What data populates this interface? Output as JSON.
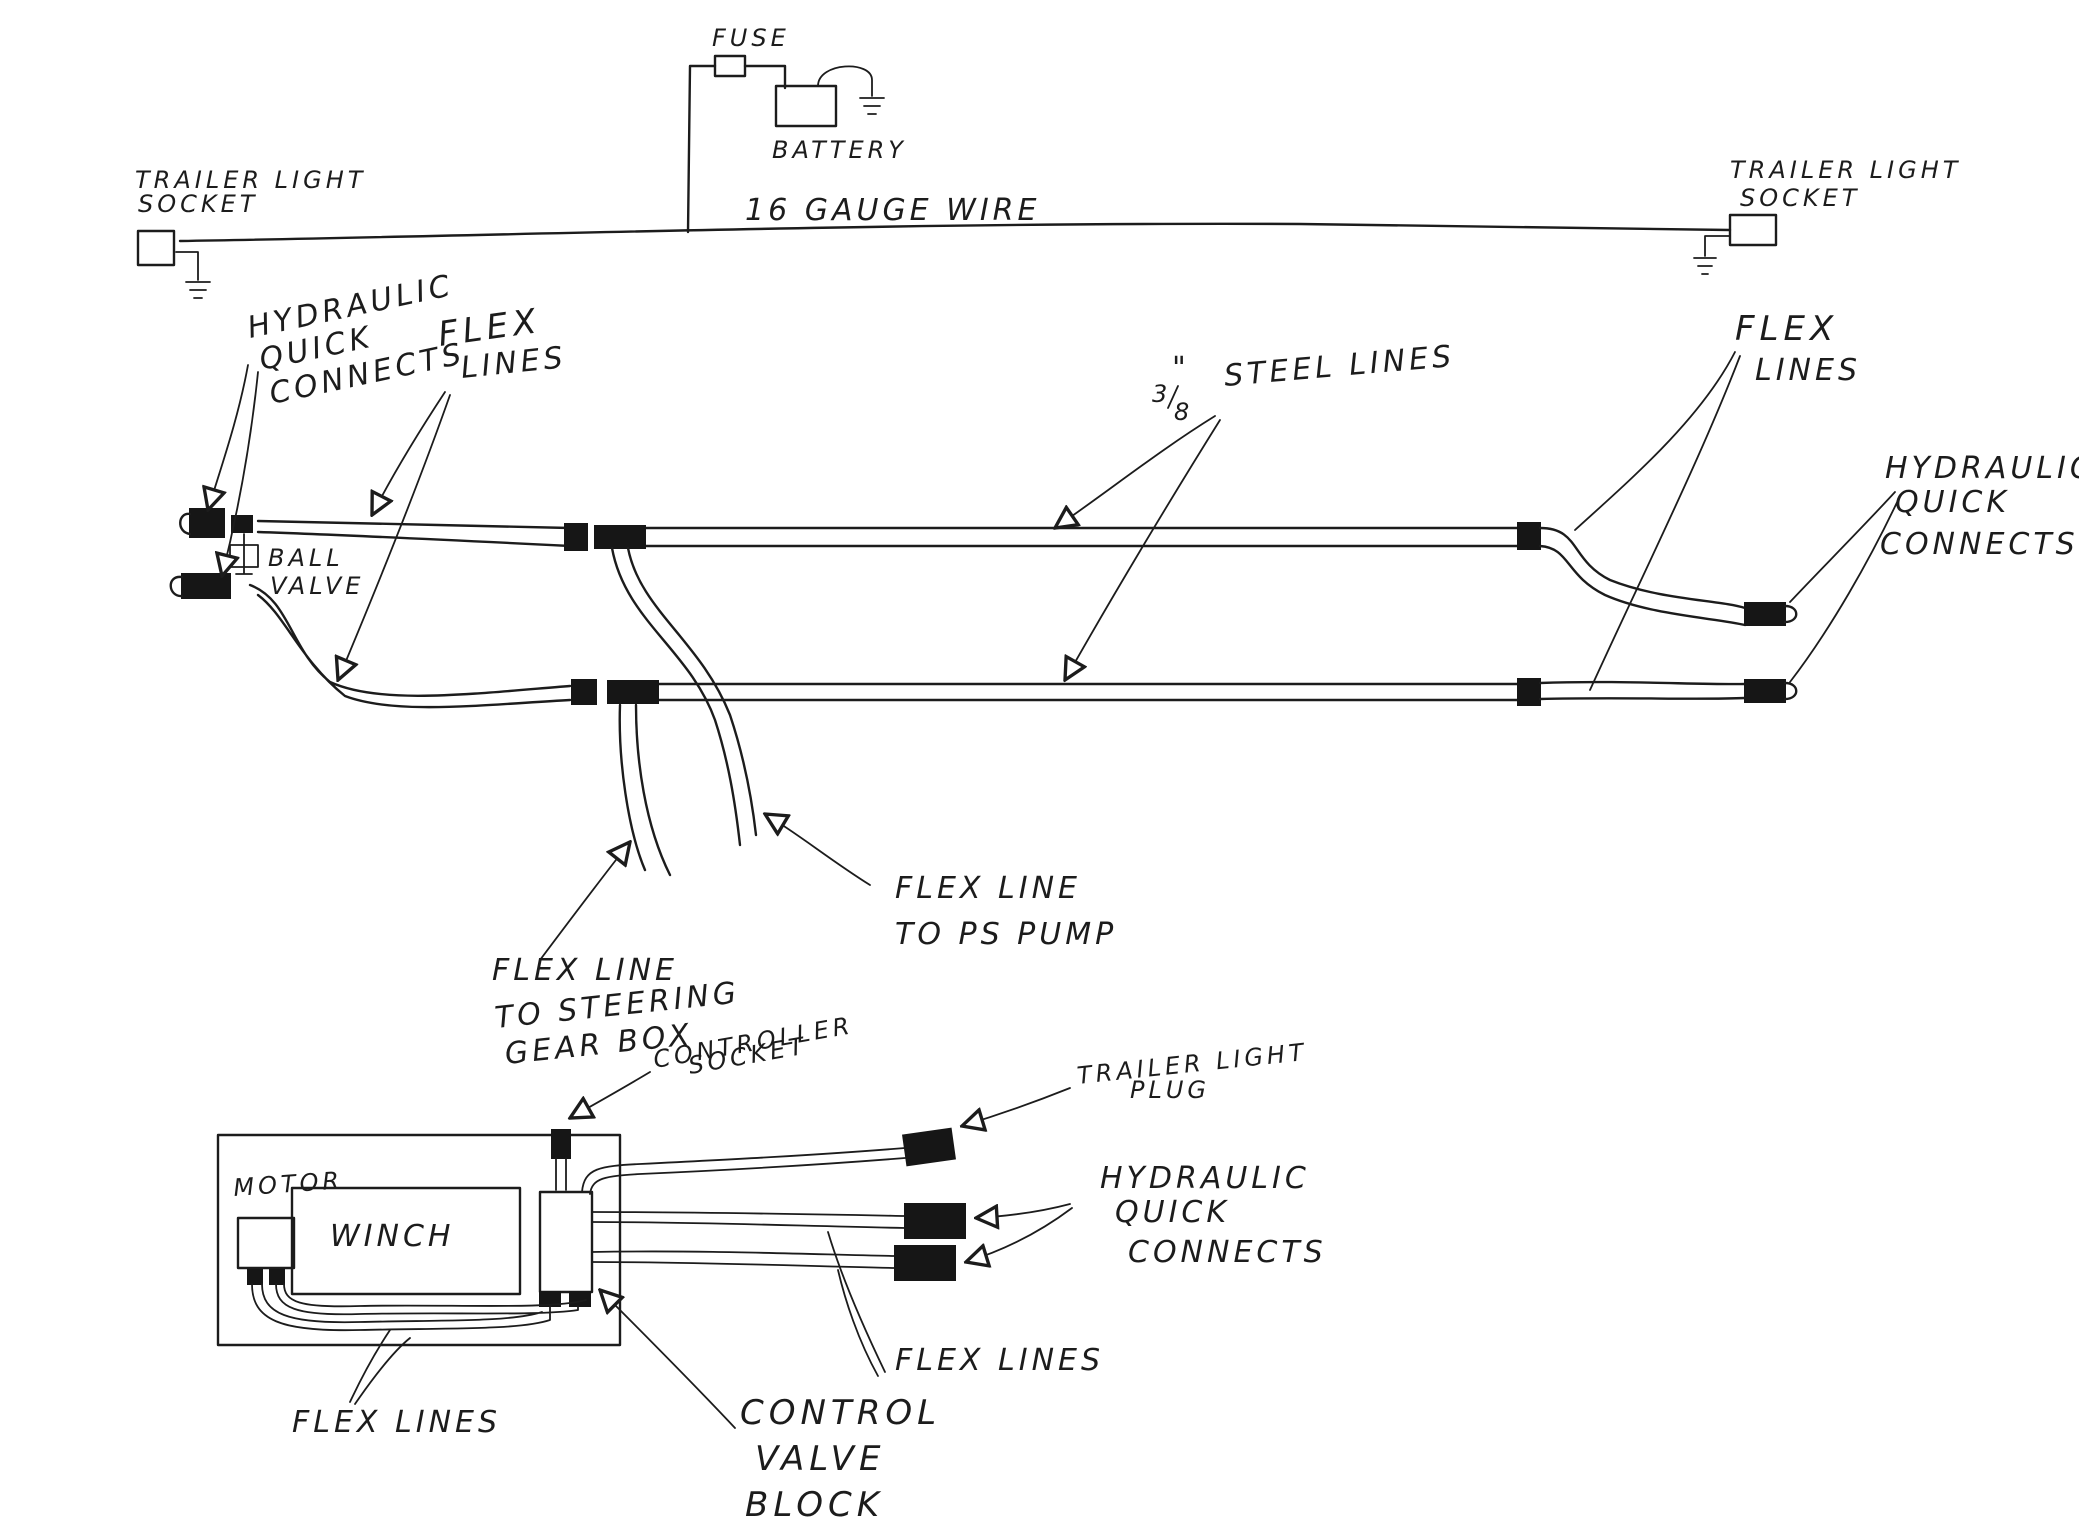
{
  "colors": {
    "ink": "#1c1c1c",
    "paper": "#ffffff"
  },
  "labels": {
    "fuse": "FUSE",
    "battery": "BATTERY",
    "wire": "16 GAUGE WIRE",
    "socket_left_1": "TRAILER LIGHT",
    "socket_left_2": "SOCKET",
    "socket_right_1": "TRAILER LIGHT",
    "socket_right_2": "SOCKET",
    "hqc_left_1": "HYDRAULIC",
    "hqc_left_2": "QUICK",
    "hqc_left_3": "CONNECTS",
    "flex_left_1": "FLEX",
    "flex_left_2": "LINES",
    "steel_size_num": "3",
    "steel_size_den": "8",
    "steel_inch": "\"",
    "steel_lines": "STEEL LINES",
    "flex_right_1": "FLEX",
    "flex_right_2": "LINES",
    "hqc_right_1": "HYDRAULIC",
    "hqc_right_2": "QUICK",
    "hqc_right_3": "CONNECTS",
    "ball_valve_1": "BALL",
    "ball_valve_2": "VALVE",
    "ps_pump_1": "FLEX LINE",
    "ps_pump_2": "TO PS PUMP",
    "steering_1": "FLEX LINE",
    "steering_2": "TO STEERING",
    "steering_3": "GEAR BOX",
    "controller_1": "CONTROLLER",
    "controller_2": "SOCKET",
    "plug_1": "TRAILER LIGHT",
    "plug_2": "PLUG",
    "hqc_bottom_1": "HYDRAULIC",
    "hqc_bottom_2": "QUICK",
    "hqc_bottom_3": "CONNECTS",
    "motor": "MOTOR",
    "winch": "WINCH",
    "flex_bottom_right": "FLEX LINES",
    "flex_bottom_left": "FLEX LINES",
    "control_valve_1": "CONTROL",
    "control_valve_2": "VALVE",
    "control_valve_3": "BLOCK"
  }
}
